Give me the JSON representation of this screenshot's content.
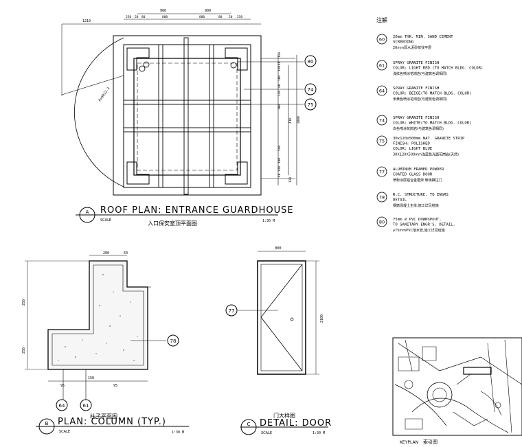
{
  "notes": {
    "heading": "注解",
    "items": [
      {
        "tag": "60",
        "lines": [
          "20mm THK. MIN. SAND CEMENT",
          "SCREEDING"
        ],
        "cn": "20mm厚水泥砂浆找平层"
      },
      {
        "tag": "61",
        "lines": [
          "SPRAY GRANITE FINISH",
          "COLOR: LIGHT RED (TO MATCH BLDG. COLOR)"
        ],
        "cn": "浅红色喷涂花岗岩(与建筑色调相同)"
      },
      {
        "tag": "64",
        "lines": [
          "SPRAY GRANITE FINISH",
          "COLOR: BEIGE(TO MATCH BLDG. COLOR)"
        ],
        "cn": "米黄色喷涂花岗岩(与建筑色调相同)"
      },
      {
        "tag": "74",
        "lines": [
          "SPRAY GRANITE FINISH",
          "COLOR: WHITE(TO MATCH BLDG. COLOR)"
        ],
        "cn": "白色喷涂花岗岩(与建筑色调相同)"
      },
      {
        "tag": "75",
        "lines": [
          "30x120x500mm NAT. GRANITE STRIP",
          "FINISH: POLISHED",
          "COLOR: LIGHT BLUE"
        ],
        "cn": "30X120X500mm浅蓝色光面花岗岩(天然)"
      },
      {
        "tag": "77",
        "lines": [
          "ALUMINUM FRAMED POWDER",
          "COATED GLASS DOOR"
        ],
        "cn": "喷粉涂层铝合金框架 玻璃推拉门"
      },
      {
        "tag": "78",
        "lines": [
          "R.C. STRUCTURE, TO ENGRS",
          "DETAIL"
        ],
        "cn": "钢筋混凝土主体,施工详见结施"
      },
      {
        "tag": "80",
        "lines": [
          "75mm ⌀ PVC DOWNSPOUT,",
          "TO SANITARY ENGR'S. DETAIL."
        ],
        "cn": "⌀75mmPVC落水管,施工详见结施"
      }
    ]
  },
  "roof_plan": {
    "letter": "A",
    "title": "ROOF PLAN: ENTRANCE GUARDHOUSE",
    "subtitle": "入口保安室顶平面图",
    "scale_label": "SCALE",
    "scale": "1:30 M",
    "radius_label": "R=9012.3",
    "dims_top_outer": [
      "900",
      "900",
      "1210"
    ],
    "dims_top_inner": [
      "250",
      "50",
      "80",
      "800",
      "800",
      "80",
      "50",
      "250"
    ],
    "dims_right": [
      "120",
      "40",
      "120",
      "100",
      "40",
      "120",
      "100",
      "410",
      "2000",
      "540",
      "100",
      "120",
      "40",
      "120"
    ],
    "callouts": [
      "80",
      "74",
      "75"
    ]
  },
  "column_plan": {
    "letter": "B",
    "title": "PLAN: COLUMN (TYP.)",
    "subtitle": "柱子平面图",
    "scale_label": "SCALE",
    "scale": "1:30 M",
    "dims_top": [
      "200",
      "50"
    ],
    "dims_left": [
      "250",
      "250"
    ],
    "dims_bottom": [
      "95",
      "150",
      "95"
    ],
    "callouts": [
      "78",
      "64",
      "61"
    ]
  },
  "door_detail": {
    "letter": "C",
    "title": "DETAIL: DOOR",
    "subtitle": "门大样图",
    "scale_label": "SCALE",
    "scale": "1:30 M",
    "width_dim": "800",
    "height_dim": "2100",
    "callout": "77"
  },
  "keyplan": {
    "label": "KEYPLAN",
    "cn": "索引图"
  }
}
